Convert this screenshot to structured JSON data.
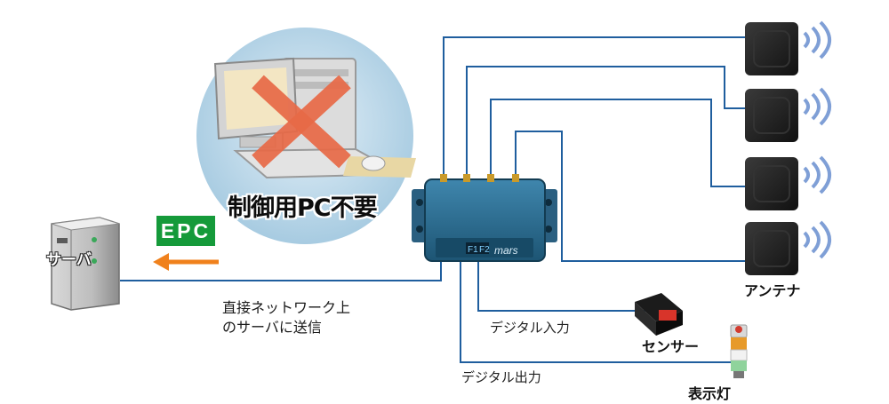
{
  "labels": {
    "pc_not_required": "制御用PC不要",
    "epc": "EPC",
    "server": "サーバ",
    "network_line1": "直接ネットワーク上",
    "network_line2": "のサーバに送信",
    "antenna": "アンテナ",
    "sensor": "センサー",
    "digital_input": "デジタル入力",
    "digital_output": "デジタル出力",
    "indicator_light": "表示灯",
    "reader_brand": "mars",
    "port_f1": "F1",
    "port_f2": "F2"
  },
  "colors": {
    "line": "#1f5e9e",
    "arrow": "#f0811c",
    "epc_badge": "#159a3a",
    "cross": "#e86a47",
    "reader": "#2a6d93",
    "bubble": "#a9cce2"
  }
}
